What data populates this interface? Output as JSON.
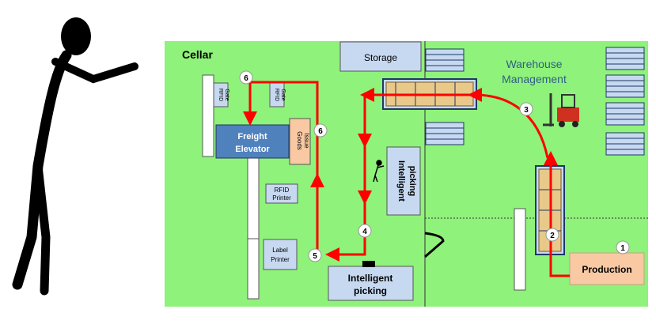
{
  "floor": {
    "title": "Cellar",
    "colors": {
      "floor": "#8ff27a",
      "arrow": "#ff0000",
      "box": "#c6d9f1",
      "elevator": "#4f81bd",
      "production": "#f9c9a3"
    }
  },
  "zones": {
    "storage": "Storage",
    "warehouse_management_line1": "Warehouse",
    "warehouse_management_line2": "Management",
    "freight_elevator_line1": "Freight",
    "freight_elevator_line2": "Elevator",
    "goods_issue_line1": "Goods",
    "goods_issue_line2": "Issue",
    "rfid_gate_line1": "RFID",
    "rfid_gate_line2": "Gate",
    "rfid_printer_line1": "RFID",
    "rfid_printer_line2": "Printer",
    "label_printer_line1": "Label",
    "label_printer_line2": "Printer",
    "intelligent_picking_vertical_line1": "Intelligent",
    "intelligent_picking_vertical_line2": "picking",
    "intelligent_picking_bottom_line1": "Intelligent",
    "intelligent_picking_bottom_line2": "picking",
    "production": "Production"
  },
  "steps": [
    "1",
    "2",
    "3",
    "4",
    "5",
    "6",
    "6"
  ],
  "icons": [
    "stick-figure-icon",
    "forklift-icon",
    "worker-icon"
  ]
}
